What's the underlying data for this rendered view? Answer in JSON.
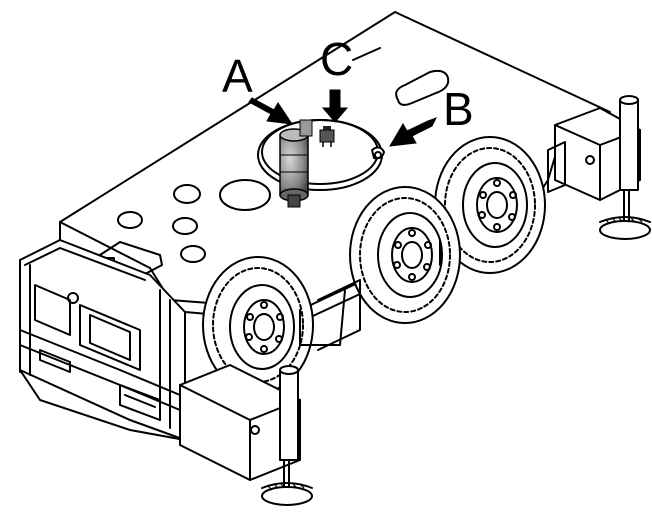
{
  "diagram": {
    "labels": {
      "a": "A",
      "b": "B",
      "c": "C"
    },
    "colors": {
      "line": "#000000",
      "fill": "#ffffff",
      "component": "#888888"
    }
  }
}
